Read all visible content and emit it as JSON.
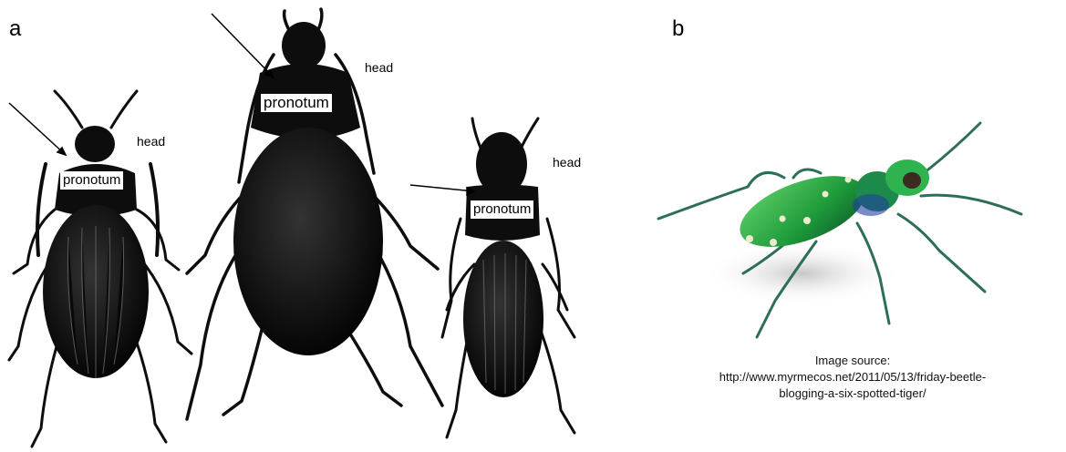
{
  "panels": {
    "a": {
      "letter": "a"
    },
    "b": {
      "letter": "b"
    }
  },
  "labels": {
    "pronotum": "pronotum",
    "head": "head"
  },
  "caption": {
    "line1": "Image source:",
    "line2": "http://www.myrmecos.net/2011/05/13/friday-beetle-",
    "line3": "blogging-a-six-spotted-tiger/"
  },
  "colors": {
    "beetle_ink": "#0d0d0d",
    "tiger_green": "#1f9a3a",
    "tiger_highlight": "#5fd06a",
    "tiger_spot": "#f1ead0",
    "leg": "#2d6e5a"
  },
  "icons": [
    "beetle-illustration-left",
    "beetle-illustration-center",
    "beetle-illustration-right",
    "tiger-beetle-photo"
  ]
}
